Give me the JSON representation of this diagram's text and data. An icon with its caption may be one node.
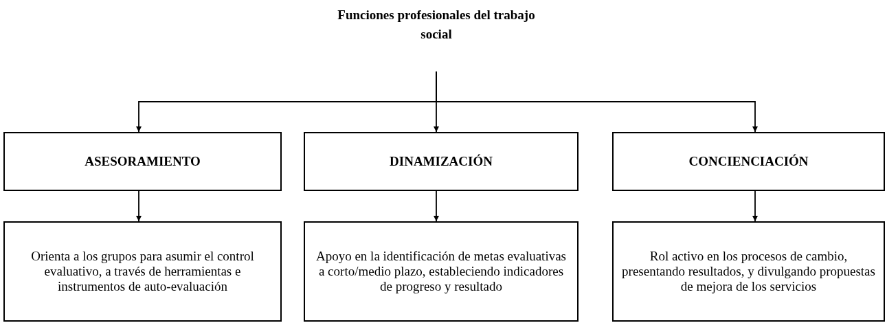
{
  "diagram": {
    "nodes": [
      {
        "text": [
          "Funciones profesionales del trabajo social"
        ]
      },
      {
        "text": [
          "ASESORAMIENTO"
        ]
      },
      {
        "text": [
          "DINAMIZACIÓN"
        ]
      },
      {
        "text": [
          "CONCIENCIACIÓN"
        ]
      },
      {
        "text": [
          "Orienta a los grupos para asumir el control evaluativo, a través de herramientas e instrumentos de auto-evaluación"
        ]
      },
      {
        "text": [
          "Apoyo en la identificación de metas evaluativas a corto/medio plazo, estableciendo indicadores de progreso y resultado"
        ]
      },
      {
        "text": [
          "Rol activo en los procesos de cambio, presentando resultados, y divulgando propuestas de mejora de los servicios"
        ]
      }
    ],
    "edges": [
      {
        "from": 0,
        "to": 1,
        "arrow": "to"
      },
      {
        "from": 0,
        "to": 2,
        "arrow": "to"
      },
      {
        "from": 0,
        "to": 3,
        "arrow": "to"
      },
      {
        "from": 1,
        "to": 4,
        "arrow": "to"
      },
      {
        "from": 2,
        "to": 5,
        "arrow": "to"
      },
      {
        "from": 3,
        "to": 6,
        "arrow": "to"
      }
    ]
  }
}
